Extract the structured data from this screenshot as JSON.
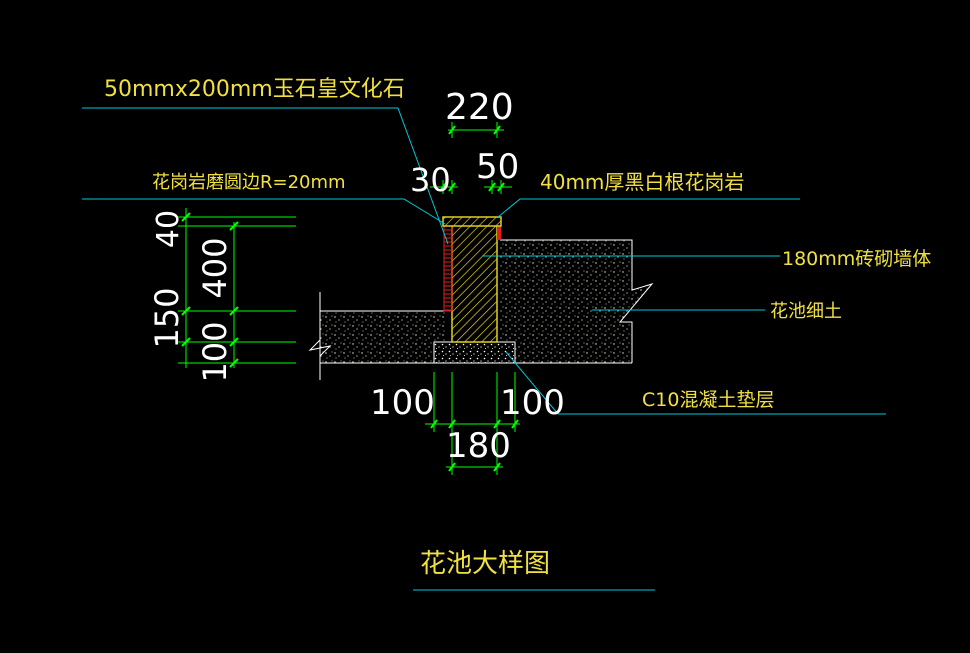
{
  "title": "花池大样图",
  "annotations": {
    "stone_cladding": "50mmx200mm玉石皇文化石",
    "granite_edge": "花岗岩磨圆边R=20mm",
    "coping": "40mm厚黑白根花岗岩",
    "wall": "180mm砖砌墙体",
    "soil": "花池细土",
    "base": "C10混凝土垫层"
  },
  "dimensions": {
    "top_width": "220",
    "offset_left": "30",
    "offset_right": "50",
    "coping_thk": "40",
    "wall_height": "400",
    "ground_thk": "150",
    "base_thk": "100",
    "base_left": "100",
    "base_right": "100",
    "wall_width": "180"
  },
  "colors": {
    "background": "#000000",
    "leader": "#00c8d8",
    "dimension": "#00ff00",
    "text_yellow": "#f0e040",
    "text_white": "#ffffff",
    "outline": "#ffffff",
    "brick": "#e0d020",
    "cladding": "#e02020"
  }
}
